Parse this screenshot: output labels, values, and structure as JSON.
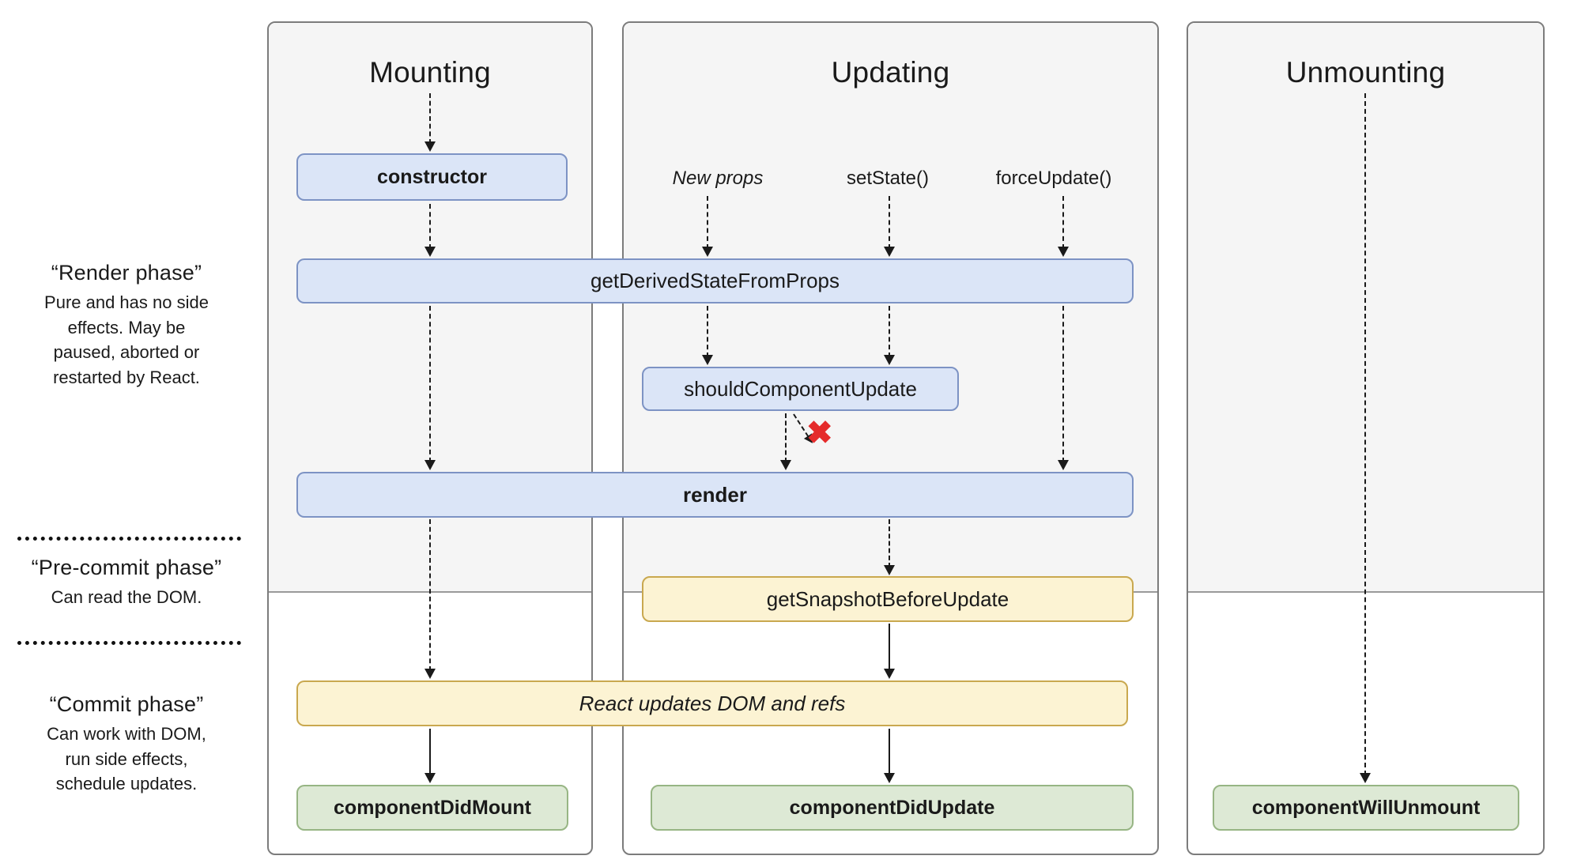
{
  "columns": {
    "mounting": {
      "title": "Mounting"
    },
    "updating": {
      "title": "Updating"
    },
    "unmounting": {
      "title": "Unmounting"
    }
  },
  "triggers": {
    "new_props": "New props",
    "set_state": "setState()",
    "force_update": "forceUpdate()"
  },
  "nodes": {
    "constructor": "constructor",
    "get_derived_state_from_props": "getDerivedStateFromProps",
    "should_component_update": "shouldComponentUpdate",
    "render": "render",
    "get_snapshot_before_update": "getSnapshotBeforeUpdate",
    "react_updates_dom": "React updates DOM and refs",
    "component_did_mount": "componentDidMount",
    "component_did_update": "componentDidUpdate",
    "component_will_unmount": "componentWillUnmount"
  },
  "phases": {
    "render": {
      "title": "“Render phase”",
      "description": "Pure and has no side\neffects. May be\npaused, aborted or\nrestarted by React."
    },
    "pre_commit": {
      "title": "“Pre-commit phase”",
      "description": "Can read the DOM."
    },
    "commit": {
      "title": "“Commit phase”",
      "description": "Can work with DOM,\nrun side effects,\nschedule updates."
    }
  },
  "marks": {
    "update_rejected": "✖"
  },
  "colors": {
    "panel_background": "#f5f5f5",
    "lifecycle_box_fill": "#dbe5f7",
    "lifecycle_box_border": "#7d93c4",
    "side_effect_box_fill": "#fcf3d3",
    "side_effect_box_border": "#c9a84f",
    "commit_box_fill": "#dde9d5",
    "commit_box_border": "#97b584",
    "reject_mark": "#e52b2b"
  }
}
